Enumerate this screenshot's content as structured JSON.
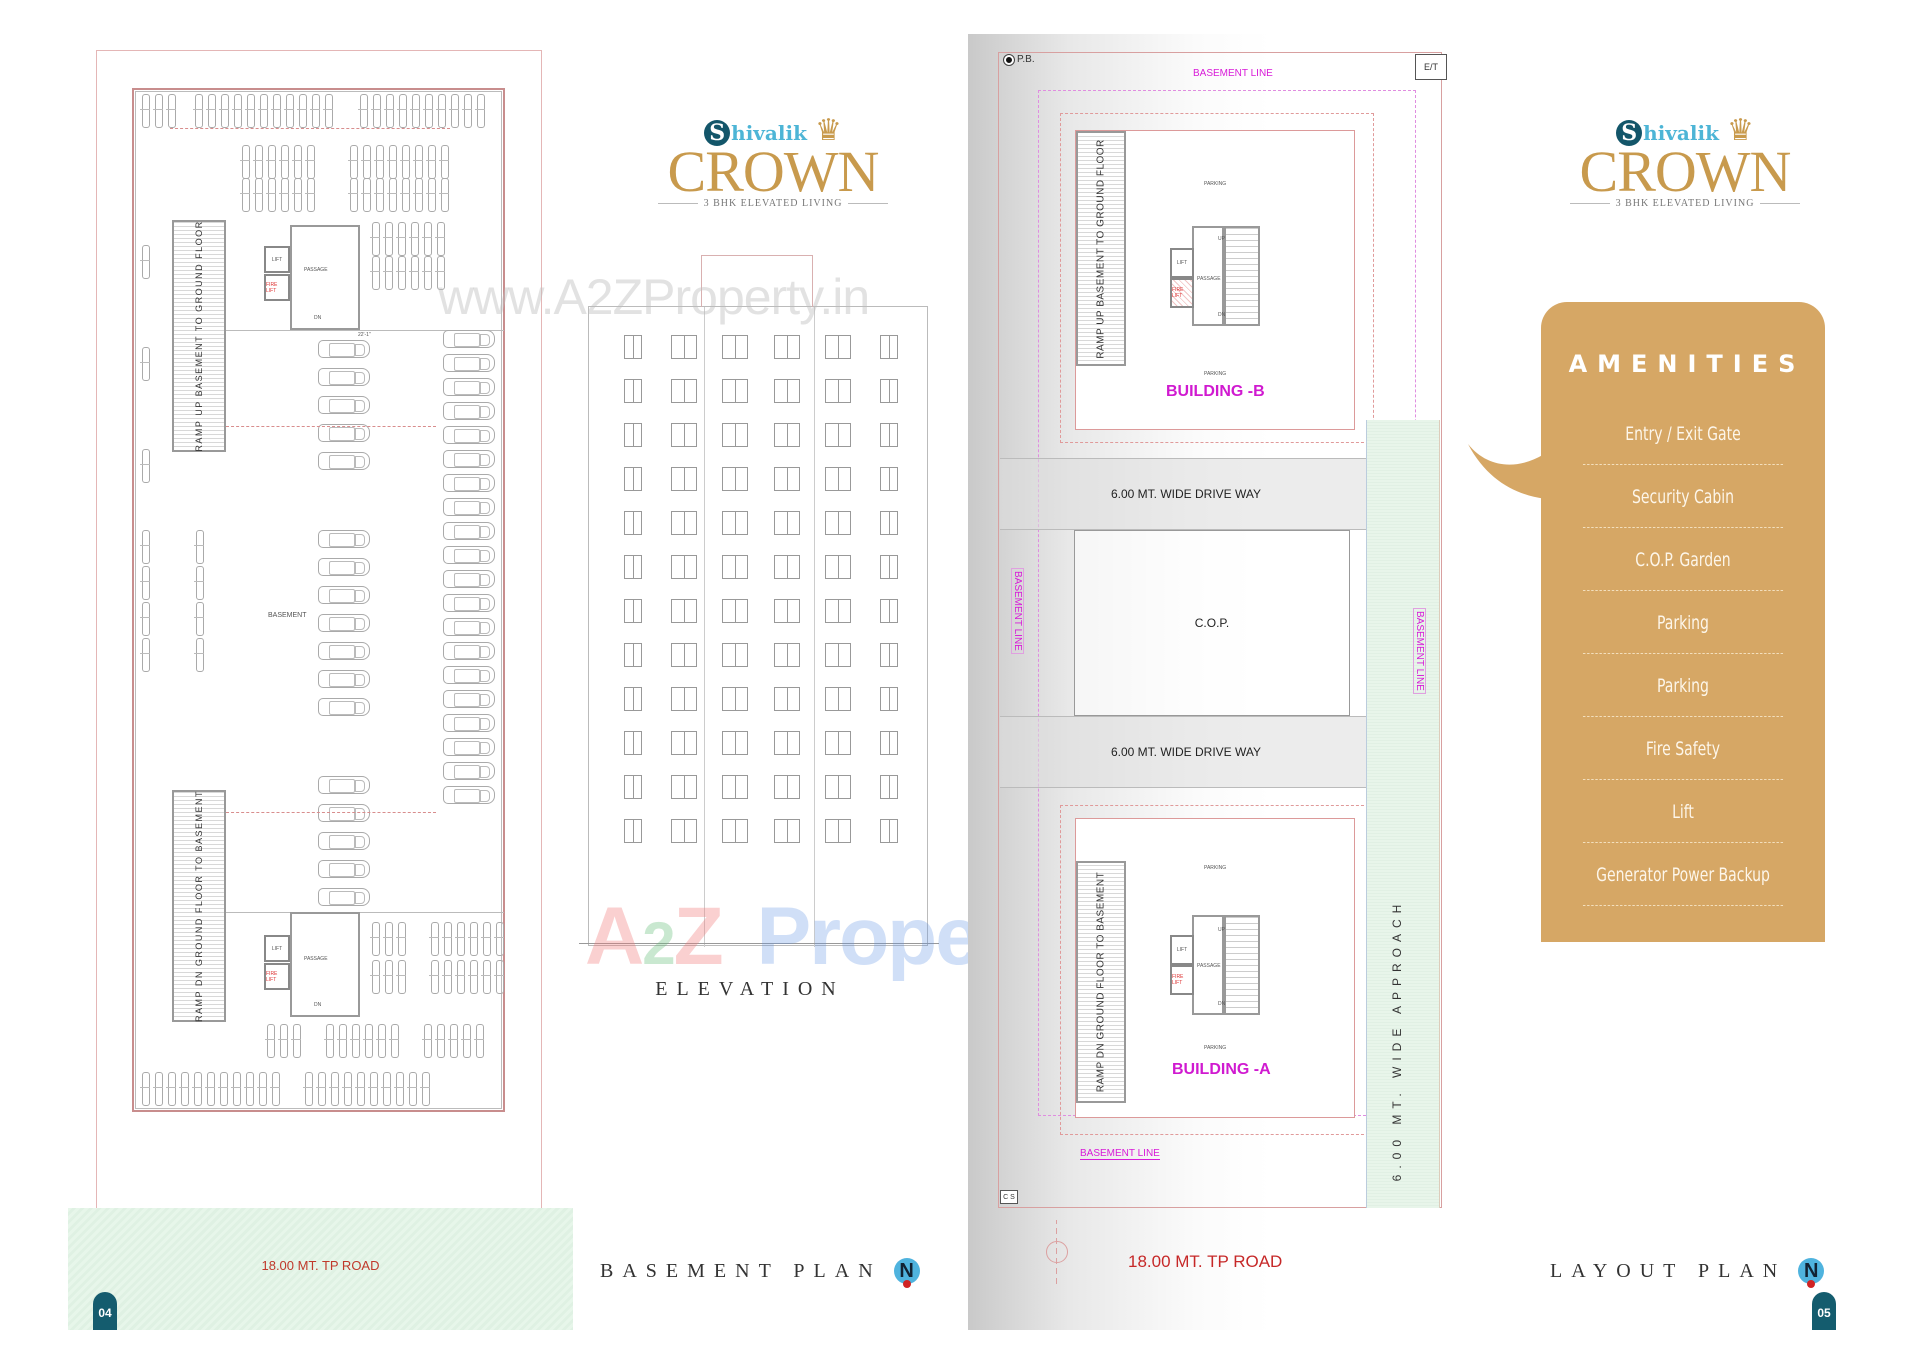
{
  "colors": {
    "brand_teal": "#145c6e",
    "brand_gold": "#c89a4d",
    "amenities_bg": "#d6a765",
    "road_red": "#c0392b",
    "basement_line_magenta": "#d81ad8",
    "north_blue": "#4fb3de"
  },
  "logo": {
    "brand_initial": "S",
    "brand_rest": "hivalik",
    "project_name": "CROWN",
    "tagline": "3 BHK ELEVATED LIVING",
    "crown_icon": "crown-icon"
  },
  "watermarks": {
    "url": "www.A2ZProperty.in",
    "brand_a": "A",
    "brand_2": "2",
    "brand_z": "Z",
    "brand_property": "Property"
  },
  "basement_plan": {
    "ramp_up_label": "RAMP UP BASEMENT TO GROUND FLOOR",
    "ramp_dn_label": "RAMP DN  GROUND FLOOR TO BASEMENT",
    "basement_label": "BASEMENT",
    "dimension_label": "22'-1\"",
    "core_top": {
      "lift": "LIFT",
      "fire_lift": "FIRE LIFT",
      "passage": "PASSAGE",
      "dn": "DN"
    },
    "core_bottom": {
      "lift": "LIFT",
      "fire_lift": "FIRE LIFT",
      "passage": "PASSAGE",
      "dn": "DN"
    },
    "road_label": "18.00  MT. TP ROAD",
    "title": "BASEMENT PLAN",
    "north_label": "N",
    "page_number": "04"
  },
  "elevation": {
    "title": "ELEVATION",
    "floors": 12,
    "columns": 6
  },
  "layout_plan": {
    "pb_label": "P.B.",
    "et_label": "E/T",
    "cs_label": "C S",
    "basement_line_top": "BASEMENT LINE",
    "basement_line_left": "BASEMENT LINE",
    "basement_line_right": "BASEMENT LINE",
    "basement_line_bottom": "BASEMENT LINE",
    "building_b": {
      "label": "BUILDING -B",
      "ramp_label": "RAMP UP BASEMENT TO GROUND FLOOR",
      "parking_top": "PARKING",
      "parking_bottom": "PARKING",
      "lift": "LIFT",
      "fire_lift": "FIRE LIFT",
      "passage": "PASSAGE",
      "up": "UP",
      "dn": "DN"
    },
    "driveway_top": "6.00 MT. WIDE DRIVE WAY",
    "cop_label": "C.O.P.",
    "driveway_bottom": "6.00 MT. WIDE DRIVE WAY",
    "building_a": {
      "label": "BUILDING -A",
      "ramp_label": "RAMP DN  GROUND FLOOR TO BASEMENT",
      "parking_top": "PARKING",
      "parking_bottom": "PARKING",
      "lift": "LIFT",
      "fire_lift": "FIRE LIFT",
      "passage": "PASSAGE",
      "up": "UP",
      "dn": "DN"
    },
    "approach_label": "6.00 MT. WIDE APPROACH",
    "road_label": "18.00  MT. TP ROAD",
    "title": "LAYOUT PLAN",
    "north_label": "N",
    "page_number": "05"
  },
  "amenities": {
    "title": "AMENITIES",
    "items": [
      {
        "label": "Entry / Exit Gate"
      },
      {
        "label": "Security Cabin"
      },
      {
        "label": "C.O.P. Garden"
      },
      {
        "label": "Parking"
      },
      {
        "label": "Parking"
      },
      {
        "label": "Fire Safety"
      },
      {
        "label": "Lift"
      },
      {
        "label": "Generator Power Backup"
      }
    ]
  }
}
